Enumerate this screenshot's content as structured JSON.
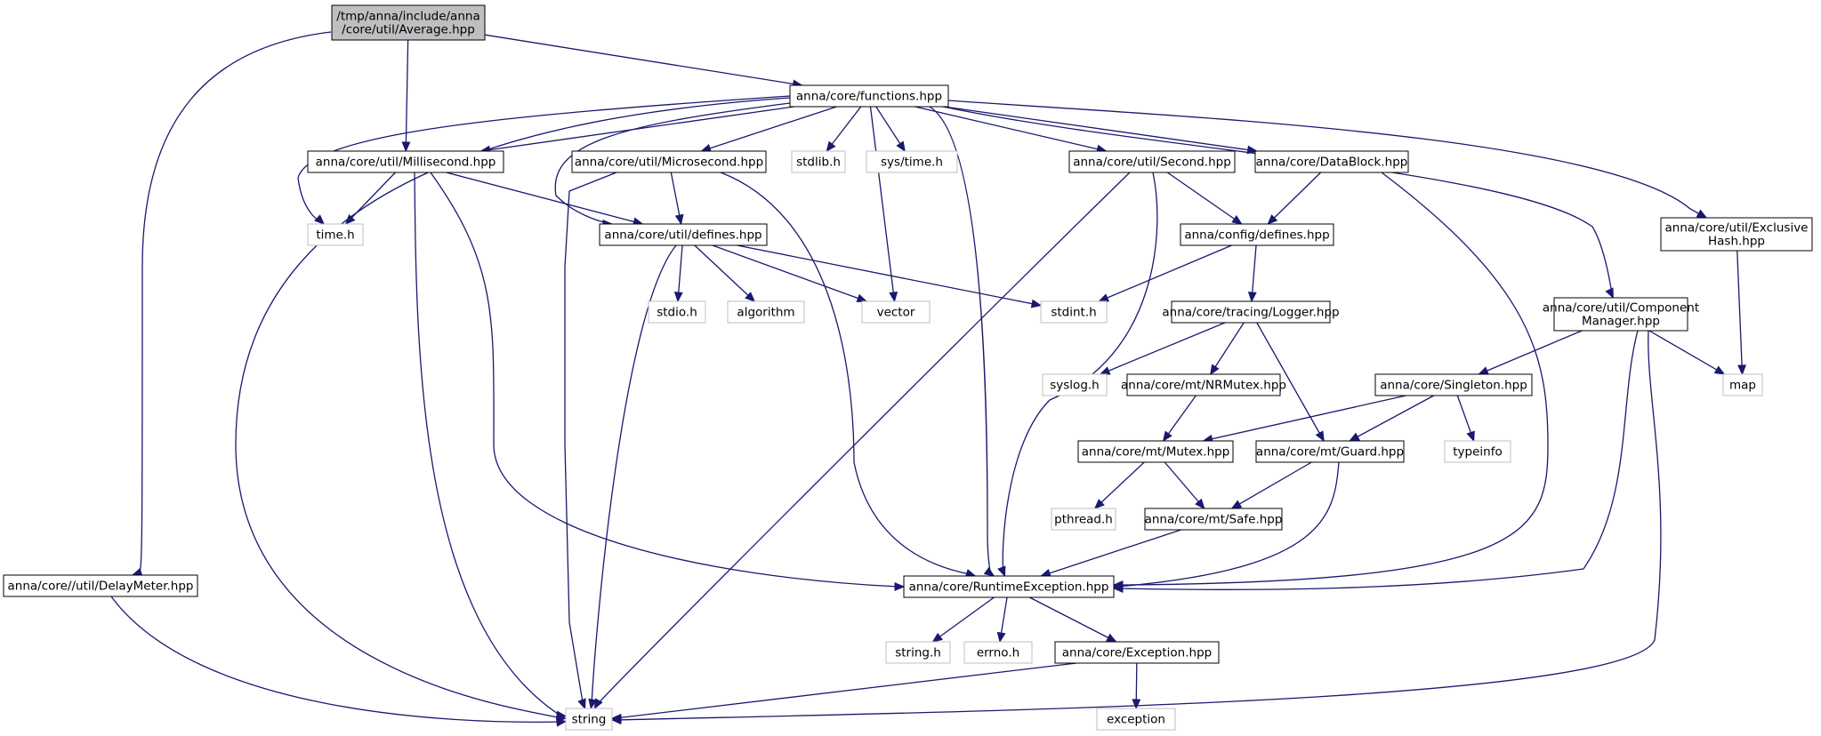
{
  "colors": {
    "edge": "#191970",
    "root_fill": "#bfbfbf",
    "doc_border": "#000000",
    "sys_border": "#bfbfbf"
  },
  "nodes": [
    {
      "id": "root",
      "kind": "root",
      "label": [
        "/tmp/anna/include/anna",
        "/core/util/Average.hpp"
      ]
    },
    {
      "id": "functions",
      "kind": "doc",
      "label": [
        "anna/core/functions.hpp"
      ]
    },
    {
      "id": "delaymeter",
      "kind": "doc",
      "label": [
        "anna/core//util/DelayMeter.hpp"
      ]
    },
    {
      "id": "millisecond",
      "kind": "doc",
      "label": [
        "anna/core/util/Millisecond.hpp"
      ]
    },
    {
      "id": "microsecond",
      "kind": "doc",
      "label": [
        "anna/core/util/Microsecond.hpp"
      ]
    },
    {
      "id": "stdlib",
      "kind": "sys",
      "label": [
        "stdlib.h"
      ]
    },
    {
      "id": "systime",
      "kind": "sys",
      "label": [
        "sys/time.h"
      ]
    },
    {
      "id": "second",
      "kind": "doc",
      "label": [
        "anna/core/util/Second.hpp"
      ]
    },
    {
      "id": "datablock",
      "kind": "doc",
      "label": [
        "anna/core/DataBlock.hpp"
      ]
    },
    {
      "id": "exclusivehash",
      "kind": "doc",
      "label": [
        "anna/core/util/Exclusive",
        "Hash.hpp"
      ]
    },
    {
      "id": "timeh",
      "kind": "sys",
      "label": [
        "time.h"
      ]
    },
    {
      "id": "utildefines",
      "kind": "doc",
      "label": [
        "anna/core/util/defines.hpp"
      ]
    },
    {
      "id": "configdefines",
      "kind": "doc",
      "label": [
        "anna/config/defines.hpp"
      ]
    },
    {
      "id": "componentmanager",
      "kind": "doc",
      "label": [
        "anna/core/util/Component",
        "Manager.hpp"
      ]
    },
    {
      "id": "stdio",
      "kind": "sys",
      "label": [
        "stdio.h"
      ]
    },
    {
      "id": "algorithm",
      "kind": "sys",
      "label": [
        "algorithm"
      ]
    },
    {
      "id": "vector",
      "kind": "sys",
      "label": [
        "vector"
      ]
    },
    {
      "id": "stdint",
      "kind": "sys",
      "label": [
        "stdint.h"
      ]
    },
    {
      "id": "logger",
      "kind": "doc",
      "label": [
        "anna/core/tracing/Logger.hpp"
      ]
    },
    {
      "id": "syslog",
      "kind": "sys",
      "label": [
        "syslog.h"
      ]
    },
    {
      "id": "nrmutex",
      "kind": "doc",
      "label": [
        "anna/core/mt/NRMutex.hpp"
      ]
    },
    {
      "id": "singleton",
      "kind": "doc",
      "label": [
        "anna/core/Singleton.hpp"
      ]
    },
    {
      "id": "map",
      "kind": "sys",
      "label": [
        "map"
      ]
    },
    {
      "id": "mutex",
      "kind": "doc",
      "label": [
        "anna/core/mt/Mutex.hpp"
      ]
    },
    {
      "id": "guard",
      "kind": "doc",
      "label": [
        "anna/core/mt/Guard.hpp"
      ]
    },
    {
      "id": "typeinfo",
      "kind": "sys",
      "label": [
        "typeinfo"
      ]
    },
    {
      "id": "pthread",
      "kind": "sys",
      "label": [
        "pthread.h"
      ]
    },
    {
      "id": "safe",
      "kind": "doc",
      "label": [
        "anna/core/mt/Safe.hpp"
      ]
    },
    {
      "id": "runtimeexception",
      "kind": "doc",
      "label": [
        "anna/core/RuntimeException.hpp"
      ]
    },
    {
      "id": "stringh",
      "kind": "sys",
      "label": [
        "string.h"
      ]
    },
    {
      "id": "errno",
      "kind": "sys",
      "label": [
        "errno.h"
      ]
    },
    {
      "id": "exception_hpp",
      "kind": "doc",
      "label": [
        "anna/core/Exception.hpp"
      ]
    },
    {
      "id": "string",
      "kind": "sys",
      "label": [
        "string"
      ]
    },
    {
      "id": "exception",
      "kind": "sys",
      "label": [
        "exception"
      ]
    }
  ],
  "edges": [
    [
      "root",
      "delaymeter"
    ],
    [
      "root",
      "millisecond"
    ],
    [
      "root",
      "functions"
    ],
    [
      "functions",
      "millisecond"
    ],
    [
      "functions",
      "microsecond"
    ],
    [
      "functions",
      "stdlib"
    ],
    [
      "functions",
      "systime"
    ],
    [
      "functions",
      "second"
    ],
    [
      "functions",
      "datablock"
    ],
    [
      "functions",
      "exclusivehash"
    ],
    [
      "functions",
      "timeh"
    ],
    [
      "functions",
      "utildefines"
    ],
    [
      "functions",
      "vector"
    ],
    [
      "functions",
      "runtimeexception"
    ],
    [
      "functions",
      "componentmanager"
    ],
    [
      "functions",
      "string"
    ],
    [
      "delaymeter",
      "string"
    ],
    [
      "millisecond",
      "timeh"
    ],
    [
      "millisecond",
      "utildefines"
    ],
    [
      "millisecond",
      "runtimeexception"
    ],
    [
      "millisecond",
      "string"
    ],
    [
      "microsecond",
      "utildefines"
    ],
    [
      "microsecond",
      "runtimeexception"
    ],
    [
      "microsecond",
      "string"
    ],
    [
      "second",
      "configdefines"
    ],
    [
      "second",
      "runtimeexception"
    ],
    [
      "second",
      "string"
    ],
    [
      "datablock",
      "configdefines"
    ],
    [
      "datablock",
      "runtimeexception"
    ],
    [
      "exclusivehash",
      "map"
    ],
    [
      "utildefines",
      "stdio"
    ],
    [
      "utildefines",
      "algorithm"
    ],
    [
      "utildefines",
      "vector"
    ],
    [
      "utildefines",
      "stdint"
    ],
    [
      "utildefines",
      "string"
    ],
    [
      "configdefines",
      "stdint"
    ],
    [
      "configdefines",
      "logger"
    ],
    [
      "componentmanager",
      "singleton"
    ],
    [
      "componentmanager",
      "map"
    ],
    [
      "componentmanager",
      "runtimeexception"
    ],
    [
      "componentmanager",
      "string"
    ],
    [
      "logger",
      "syslog"
    ],
    [
      "logger",
      "nrmutex"
    ],
    [
      "logger",
      "guard"
    ],
    [
      "nrmutex",
      "mutex"
    ],
    [
      "singleton",
      "mutex"
    ],
    [
      "singleton",
      "guard"
    ],
    [
      "singleton",
      "typeinfo"
    ],
    [
      "mutex",
      "pthread"
    ],
    [
      "mutex",
      "safe"
    ],
    [
      "guard",
      "safe"
    ],
    [
      "guard",
      "runtimeexception"
    ],
    [
      "safe",
      "runtimeexception"
    ],
    [
      "runtimeexception",
      "stringh"
    ],
    [
      "runtimeexception",
      "errno"
    ],
    [
      "runtimeexception",
      "exception_hpp"
    ],
    [
      "exception_hpp",
      "string"
    ],
    [
      "exception_hpp",
      "exception"
    ]
  ]
}
